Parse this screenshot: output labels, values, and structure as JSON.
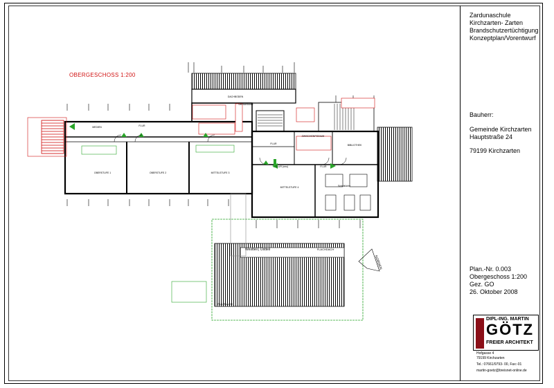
{
  "plan": {
    "floor_title": "OBERGESCHOSS 1:200",
    "rooms": {
      "oberstufe1": "OBERSTUFE 1",
      "oberstufe2": "OBERSTUFE 2",
      "mittelstufe3": "MITTELSTUFE 3",
      "mittelstufe4": "MITTELSTUFE 4",
      "schulkueche": "Schulküche",
      "flur1": "FLUR",
      "flur2": "FLUR",
      "flur3": "FLUR (neu)",
      "flur4": "FLUR",
      "medien": "MEDIEN",
      "lernwerkstatt": "Lernwerkstatt",
      "dachboden": "DACHBODEN",
      "zwischenpodium": "ZWISCHENPODIUM",
      "bibliothek": "BIBLIOTHEK",
      "flachdach": "FLACHDACH",
      "pultdach": "PULTDACH",
      "westteil_ostteil": "Westteil | Ostteil"
    },
    "north_label": "NORDEN",
    "accent_red": "#d01010",
    "accent_green": "#2aa52a"
  },
  "title_block": {
    "project_line1": "Zardunaschule",
    "project_line2": "Kirchzarten- Zarten",
    "project_line3": "Brandschutzertüchtigung",
    "project_line4": "Konzeptplan/Vorentwurf",
    "client_label": "Bauherr:",
    "client_line1": "Gemeinde Kirchzarten",
    "client_line2": "Hauptstraße 24",
    "client_line3": "79199 Kirchzarten",
    "plan_no": "Plan.-Nr. 0.003",
    "plan_desc": "Obergeschoss 1:200",
    "drawn_by": "Gez. GO",
    "date": "26. Oktober 2008"
  },
  "architect": {
    "logo_top": "DIPL-ING. MARTIN",
    "logo_name": "GÖTZ",
    "logo_bottom": "FREIER ARCHITEKT",
    "address1": "Hofgasse 4",
    "address2": "79199 Kirchzarten",
    "phone": "Tel.: 07661/9793- 00, Fax:-01",
    "email": "martin-goetz@breisnet-online.de",
    "brand_color": "#8b0f18"
  }
}
